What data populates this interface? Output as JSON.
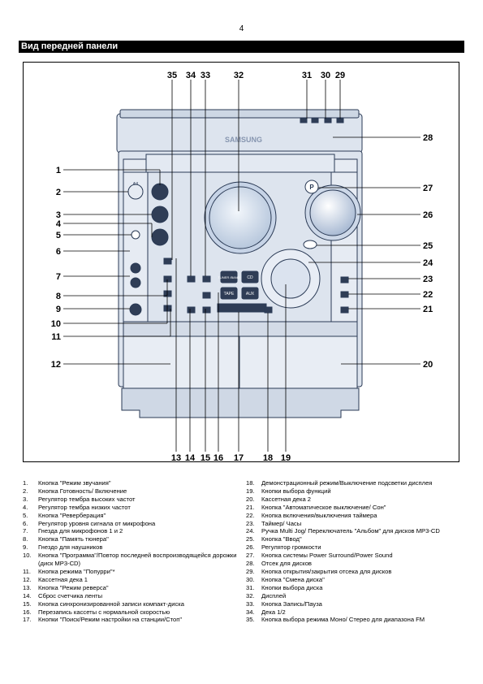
{
  "page_number": "4",
  "section_title": "Вид передней панели",
  "brand": "SAMSUNG",
  "callouts": [
    "1",
    "2",
    "3",
    "4",
    "5",
    "6",
    "7",
    "8",
    "9",
    "10",
    "11",
    "12",
    "13",
    "14",
    "15",
    "16",
    "17",
    "18",
    "19",
    "20",
    "21",
    "22",
    "23",
    "24",
    "25",
    "26",
    "27",
    "28",
    "29",
    "30",
    "31",
    "32",
    "33",
    "34",
    "35"
  ],
  "panel_labels": {
    "power": "Ф/I",
    "tuner": "TUNER /BAND",
    "cd": "CD",
    "tape": "TAPE",
    "aux": "AUX",
    "p_button": "P"
  },
  "legend_left": [
    {
      "num": "1.",
      "text": "Кнопка \"Режим звучания\""
    },
    {
      "num": "2.",
      "text": "Кнопка Готовность/ Включение"
    },
    {
      "num": "3.",
      "text": "Регулятор тембра высоких частот"
    },
    {
      "num": "4.",
      "text": "Регулятор тембра низких частот"
    },
    {
      "num": "5.",
      "text": "Кнопка \"Реверберация\""
    },
    {
      "num": "6.",
      "text": "Регулятор уровня сигнала от микрофона"
    },
    {
      "num": "7.",
      "text": "Гнезда для микрофонов 1 и 2"
    },
    {
      "num": "8.",
      "text": "Кнопка \"Память тюнера\""
    },
    {
      "num": "9.",
      "text": "Гнездо для наушников"
    },
    {
      "num": "10.",
      "text": "Кнопка \"Программа\"/Повтор последней воспроизводящейся дорожки (диск MP3-CD)"
    },
    {
      "num": "11.",
      "text": "Кнопка режима \"Попурри\"*"
    },
    {
      "num": "12.",
      "text": "Кассетная дека 1"
    },
    {
      "num": "13.",
      "text": "Кнопка \"Режим реверса\""
    },
    {
      "num": "14.",
      "text": "Сброс счетчика ленты"
    },
    {
      "num": "15.",
      "text": "Кнопка синхронизированной записи компакт-диска"
    },
    {
      "num": "16.",
      "text": "Перезапись кассеты с нормальной скоростью"
    },
    {
      "num": "17.",
      "text": "Кнопки \"Поиск/Режим настройки на станции/Стоп\""
    }
  ],
  "legend_right": [
    {
      "num": "18.",
      "text": "Демонстрационный режим/Выключение подсветки дисплея"
    },
    {
      "num": "19.",
      "text": "Кнопки выбора функций"
    },
    {
      "num": "20.",
      "text": "Кассетная дека 2"
    },
    {
      "num": "21.",
      "text": "Кнопка \"Автоматическое выключение/ Сон\""
    },
    {
      "num": "22.",
      "text": "Кнопка включения/выключения таймера"
    },
    {
      "num": "23.",
      "text": "Таймер/ Часы"
    },
    {
      "num": "24.",
      "text": "Ручка Multi Jog/ Переключатель \"Альбом\" для дисков MP3-CD"
    },
    {
      "num": "25.",
      "text": "Кнопка \"Ввод\""
    },
    {
      "num": "26.",
      "text": "Регулятор громкости"
    },
    {
      "num": "27.",
      "text": "Кнопка системы Power Surround/Power Sound"
    },
    {
      "num": "28.",
      "text": "Отсек для дисков"
    },
    {
      "num": "29.",
      "text": "Кнопка открытия/закрытия отсека для дисков"
    },
    {
      "num": "30.",
      "text": "Кнопка \"Смена диска\""
    },
    {
      "num": "31.",
      "text": "Кнопки выбора диска"
    },
    {
      "num": "32.",
      "text": "Дисплей"
    },
    {
      "num": "33.",
      "text": "Кнопка Запись/Пауза"
    },
    {
      "num": "34.",
      "text": "Дека 1/2"
    },
    {
      "num": "35.",
      "text": "Кнопка выбора режима Моно/ Стерео для диапазона FM"
    }
  ],
  "colors": {
    "device_body": "#dde4ee",
    "device_outline": "#2a3a55",
    "display": "#c9d6e8",
    "accent": "#b9c8dc"
  }
}
